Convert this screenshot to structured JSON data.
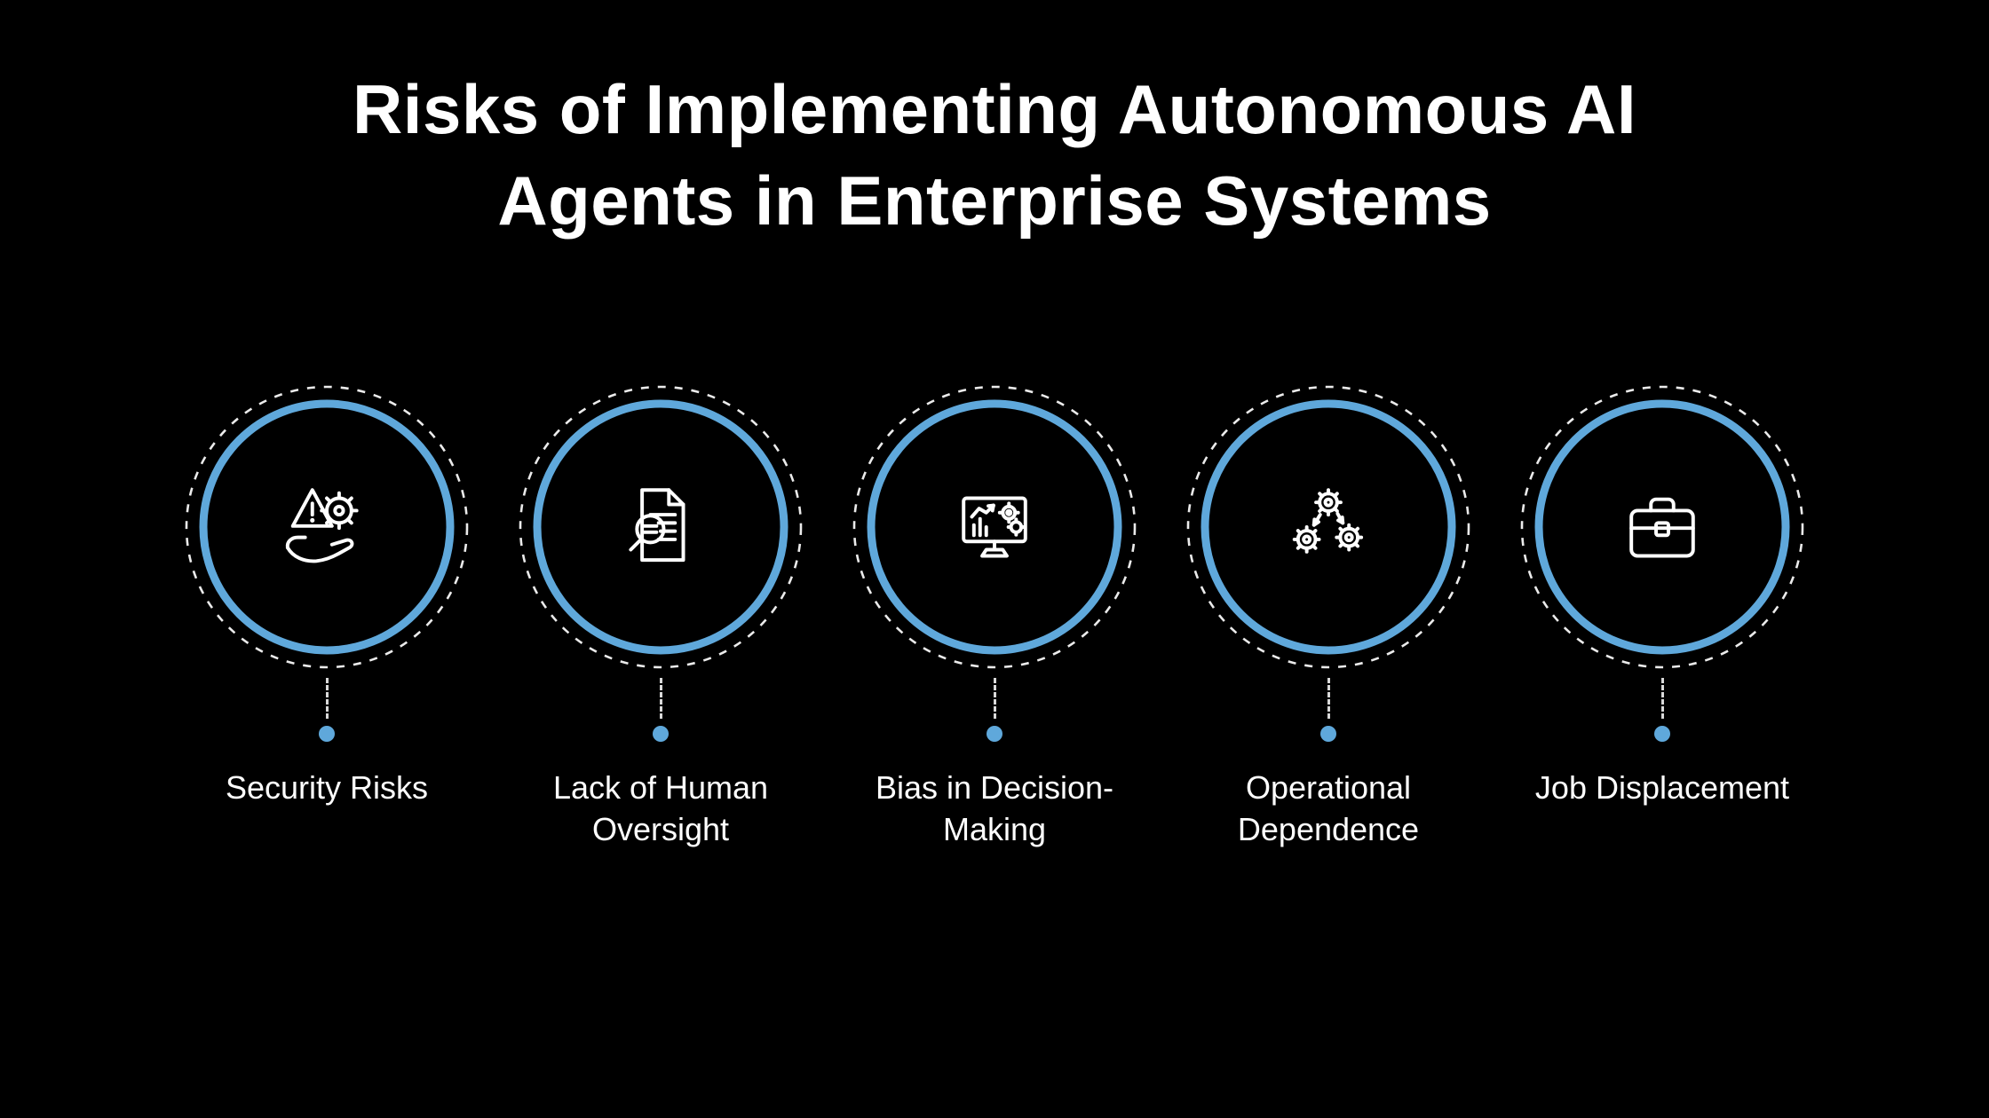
{
  "theme": {
    "background": "#000000",
    "accent": "#5fa8db",
    "text": "#ffffff"
  },
  "title": {
    "line1": "Risks of Implementing Autonomous AI",
    "line2": "Agents in Enterprise Systems"
  },
  "items": [
    {
      "label": "Security Risks",
      "icon": "warning-gear-hand-icon"
    },
    {
      "label": "Lack of Human Oversight",
      "icon": "document-magnifier-icon"
    },
    {
      "label": "Bias in Decision-Making",
      "icon": "monitor-analytics-icon"
    },
    {
      "label": "Operational Dependence",
      "icon": "connected-gears-icon"
    },
    {
      "label": "Job Displacement",
      "icon": "briefcase-icon"
    }
  ]
}
